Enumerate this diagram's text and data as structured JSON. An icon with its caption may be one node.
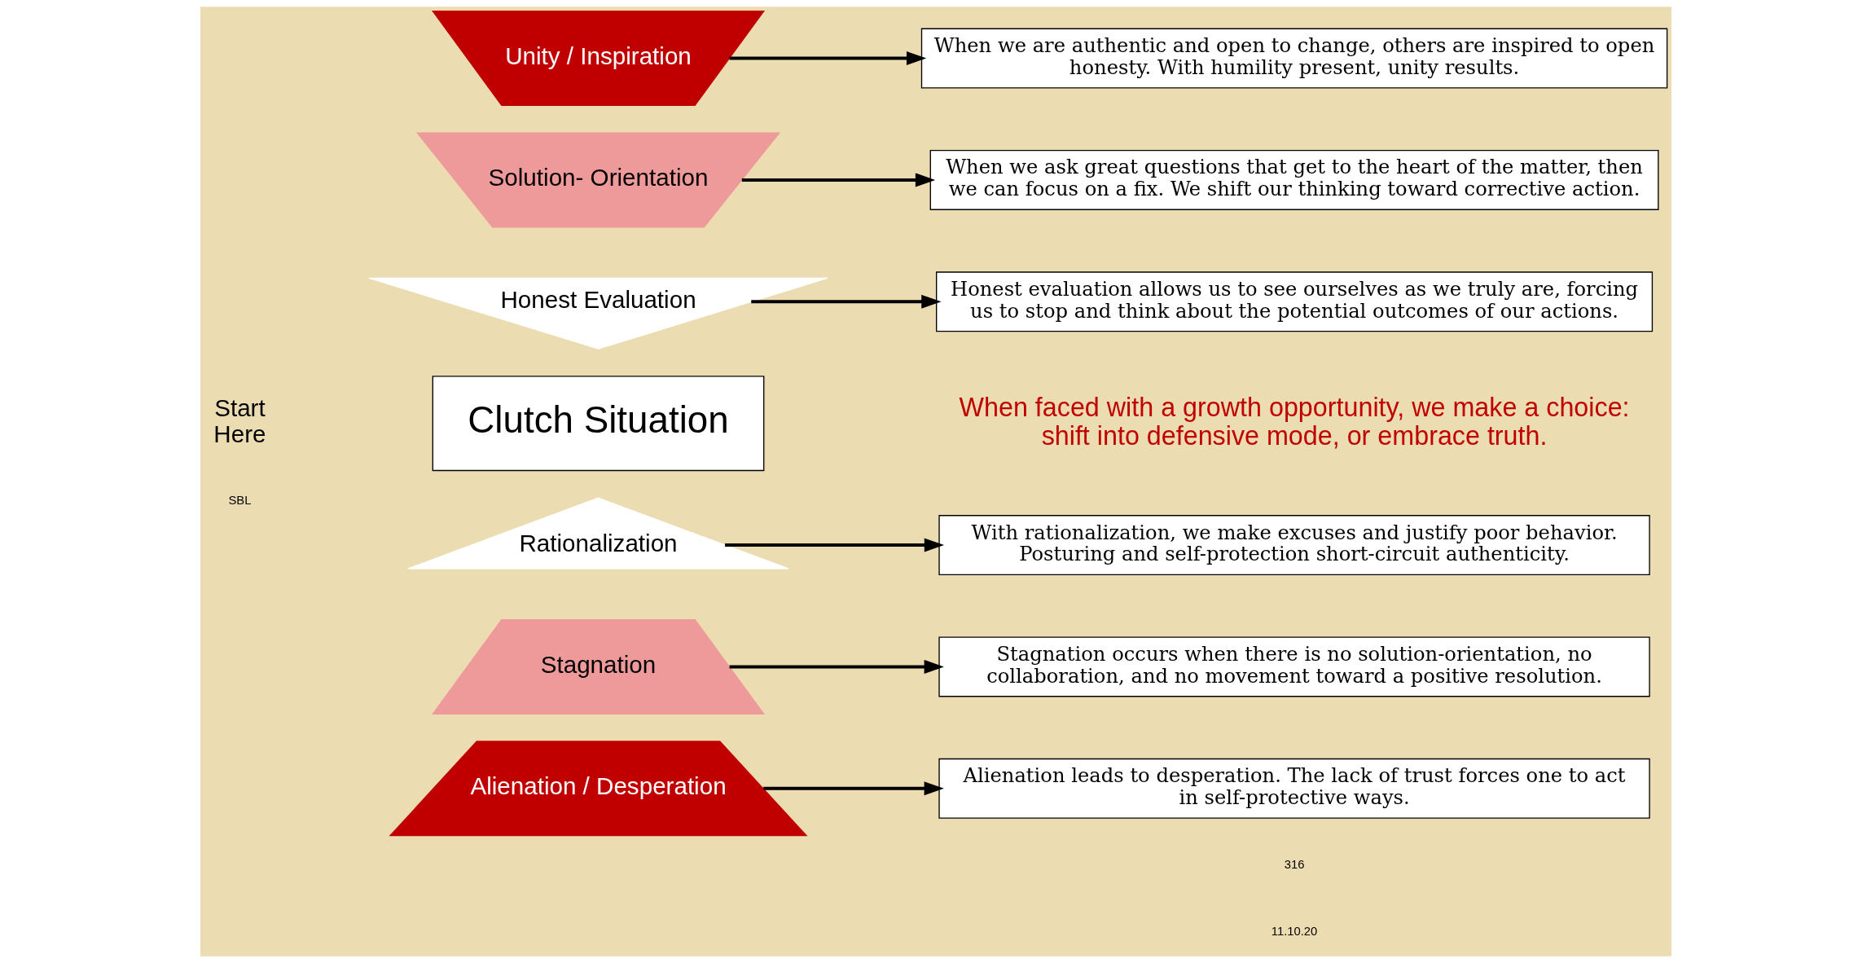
{
  "diagram": {
    "nodes": [
      {
        "text": [
          "Unity / Inspiration"
        ]
      },
      {
        "text": [
          "When we are authentic and open to change, others are inspired to open honesty. With humility present, unity results."
        ]
      },
      {
        "text": [
          "Solution- Orientation"
        ]
      },
      {
        "text": [
          "When we ask great questions that get to the heart of the matter, then we can focus on a fix. We shift our thinking toward corrective action."
        ]
      },
      {
        "text": [
          "Honest Evaluation"
        ]
      },
      {
        "text": [
          "Honest evaluation allows us to see ourselves as we truly are, forcing us to stop and think about the potential outcomes of our actions."
        ]
      },
      {
        "text": [
          "Clutch Situation"
        ]
      },
      {
        "text": [
          "Rationalization"
        ]
      },
      {
        "text": [
          "With rationalization, we make excuses and justify poor behavior. Posturing and self-protection short-circuit authenticity."
        ]
      },
      {
        "text": [
          "Stagnation"
        ]
      },
      {
        "text": [
          "Stagnation occurs when there is no solution-orientation, no collaboration, and no movement toward a positive resolution."
        ]
      },
      {
        "text": [
          "Alienation / Desperation"
        ]
      },
      {
        "text": [
          "Alienation leads to desperation. The lack of trust forces one to act in self-protective ways."
        ]
      }
    ],
    "edges": [
      {
        "from": 0,
        "to": 1,
        "arrow": "to"
      },
      {
        "from": 2,
        "to": 3,
        "arrow": "to"
      },
      {
        "from": 4,
        "to": 5,
        "arrow": "to"
      },
      {
        "from": 7,
        "to": 8,
        "arrow": "to"
      },
      {
        "from": 9,
        "to": 10,
        "arrow": "to"
      },
      {
        "from": 11,
        "to": 12,
        "arrow": "to"
      }
    ],
    "labels": [
      "Start Here",
      "When faced with a growth opportunity, we make a choice: shift into defensive mode, or embrace truth.",
      "SBL",
      "316",
      "11.10.20"
    ]
  }
}
